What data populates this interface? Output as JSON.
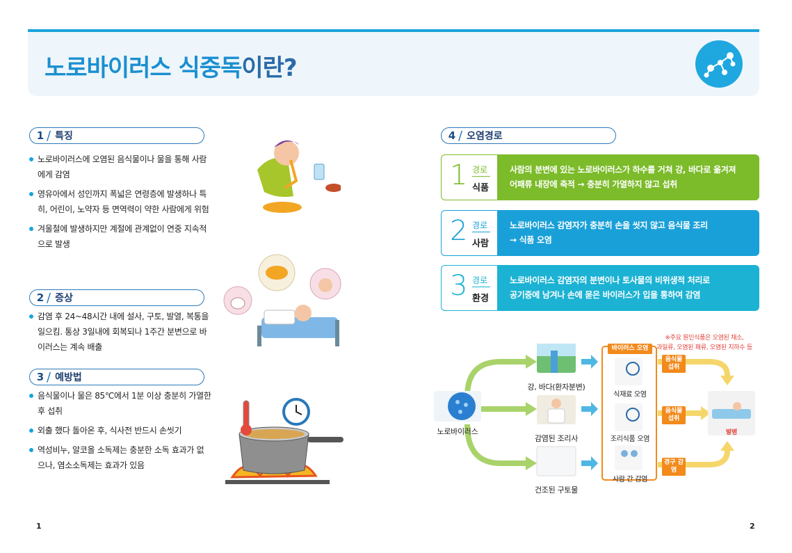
{
  "header": {
    "title_main": "노로바이러스 식중독",
    "title_suffix": "이란?"
  },
  "sections": {
    "features": {
      "num": "1",
      "label": "특징",
      "items": [
        "노로바이러스에 오염된 음식물이나 물을 통해 사람에게 감염",
        "영유아에서 성인까지 폭넓은 연령층에 발생하나 특히, 어린이, 노약자 등 면역력이 약한 사람에게 위험",
        "겨울철에 발생하지만 계절에 관계없이 연중 지속적으로 발생"
      ]
    },
    "symptoms": {
      "num": "2",
      "label": "증상",
      "items": [
        "감염 후 24~48시간 내에 설사, 구토, 발열, 복통을 일으킴. 통상 3일내에 회복되나 1주간 분변으로 바이러스는 계속 배출"
      ]
    },
    "prevention": {
      "num": "3",
      "label": "예방법",
      "items": [
        "음식물이나 물은 85℃에서 1분 이상 충분히 가열한 후 섭취",
        "외출 했다 돌아온 후, 식사전 반드시 손씻기",
        "역성비누, 알코올 소독제는 충분한 소독 효과가 없으나, 염소소독제는 효과가 있음"
      ]
    },
    "routes": {
      "num": "4",
      "label": "오염경로",
      "items": [
        {
          "num": "1",
          "kind": "경로",
          "target": "식품",
          "line1": "사람의 분변에 있는 노로바이러스가 하수를 거쳐 강, 바다로 옮겨져",
          "line2": "어패류 내장에 축적 → 충분히 가열하지 않고 섭취",
          "color": "#7cbb2a"
        },
        {
          "num": "2",
          "kind": "경로",
          "target": "사람",
          "line1": "노로바이러스 감염자가 충분히 손을 씻지 않고 음식물 조리",
          "line2": "→ 식품 오염",
          "color": "#1aa0d8"
        },
        {
          "num": "3",
          "kind": "경로",
          "target": "환경",
          "line1": "노로바이러스 감염자의 분변이나 토사물의 비위생적 처리로",
          "line2": "공기중에 남겨나 손에 묻은 바이러스가 입을 통하여 감염",
          "color": "#1cb2d3"
        }
      ]
    }
  },
  "flow": {
    "source": "노로바이러스",
    "mid": [
      "강, 바다(환자분변)",
      "감염된 조리사",
      "건조된 구토물"
    ],
    "contam_title": "바이러스 오염",
    "contam": [
      "식재료 오염",
      "조리식품 오염",
      "사람 간 감염"
    ],
    "paths": [
      "음식물 섭취",
      "음식물 섭취",
      "경구 감염"
    ],
    "result": "발병",
    "note_line1": "※주요 원인식품은 오염된 채소,",
    "note_line2": "과일류, 오염된 패류, 오염된 지하수 등"
  },
  "footer": {
    "left_page": "1",
    "right_page": "2"
  },
  "colors": {
    "accent": "#1aa3dc",
    "title": "#1b8fd0",
    "green": "#7cbb2a",
    "blue": "#1aa0d8",
    "cyan": "#1cb2d3",
    "orange": "#f28a1c"
  }
}
